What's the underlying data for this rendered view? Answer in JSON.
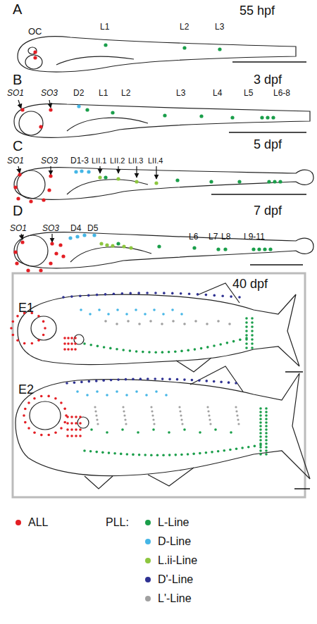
{
  "diagram": {
    "labels": [
      "A",
      "55 hpf",
      "OC",
      "L1",
      "L2",
      "L3",
      "B",
      "3 dpf",
      "SO1",
      "SO3",
      "D2",
      "L1",
      "L2",
      "L3",
      "L4",
      "L5",
      "L6-8",
      "C",
      "5 dpf",
      "SO1",
      "SO3",
      "D1-3",
      "LII.1",
      "LII.2",
      "LII.3",
      "LII.4",
      "D",
      "7 dpf",
      "SO1",
      "SO3",
      "D4",
      "D5",
      "L6",
      "L7",
      "L8",
      "L9-11",
      "E1",
      "40 dpf",
      "E2",
      "PLL:"
    ],
    "legend": [
      {
        "text": "ALL",
        "color": "#e31e24"
      },
      {
        "text": "L-Line",
        "color": "#1a9e4a"
      },
      {
        "text": "D-Line",
        "color": "#45b6e6"
      },
      {
        "text": "L.ii-Line",
        "color": "#8dc63f"
      },
      {
        "text": "D'-Line",
        "color": "#2e3192"
      },
      {
        "text": "L'-Line",
        "color": "#a0a0a0"
      }
    ]
  }
}
